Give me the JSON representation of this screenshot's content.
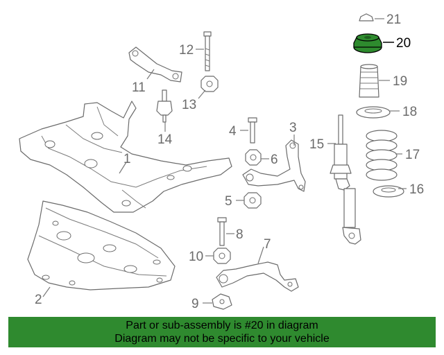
{
  "diagram": {
    "callouts": [
      {
        "id": "1",
        "label": "1"
      },
      {
        "id": "2",
        "label": "2"
      },
      {
        "id": "3",
        "label": "3"
      },
      {
        "id": "4",
        "label": "4"
      },
      {
        "id": "5",
        "label": "5"
      },
      {
        "id": "6",
        "label": "6"
      },
      {
        "id": "7",
        "label": "7"
      },
      {
        "id": "8",
        "label": "8"
      },
      {
        "id": "9",
        "label": "9"
      },
      {
        "id": "10",
        "label": "10"
      },
      {
        "id": "11",
        "label": "11"
      },
      {
        "id": "12",
        "label": "12"
      },
      {
        "id": "13",
        "label": "13"
      },
      {
        "id": "14",
        "label": "14"
      },
      {
        "id": "15",
        "label": "15"
      },
      {
        "id": "16",
        "label": "16"
      },
      {
        "id": "17",
        "label": "17"
      },
      {
        "id": "18",
        "label": "18"
      },
      {
        "id": "19",
        "label": "19"
      },
      {
        "id": "20",
        "label": "20"
      },
      {
        "id": "21",
        "label": "21"
      }
    ],
    "highlighted_callout": "20",
    "highlight_color": "#2e8b2e"
  },
  "banner": {
    "line1": "Part or sub-assembly is #20 in diagram",
    "line2": "Diagram may not be specific to your vehicle",
    "background": "#2f8a2f"
  }
}
